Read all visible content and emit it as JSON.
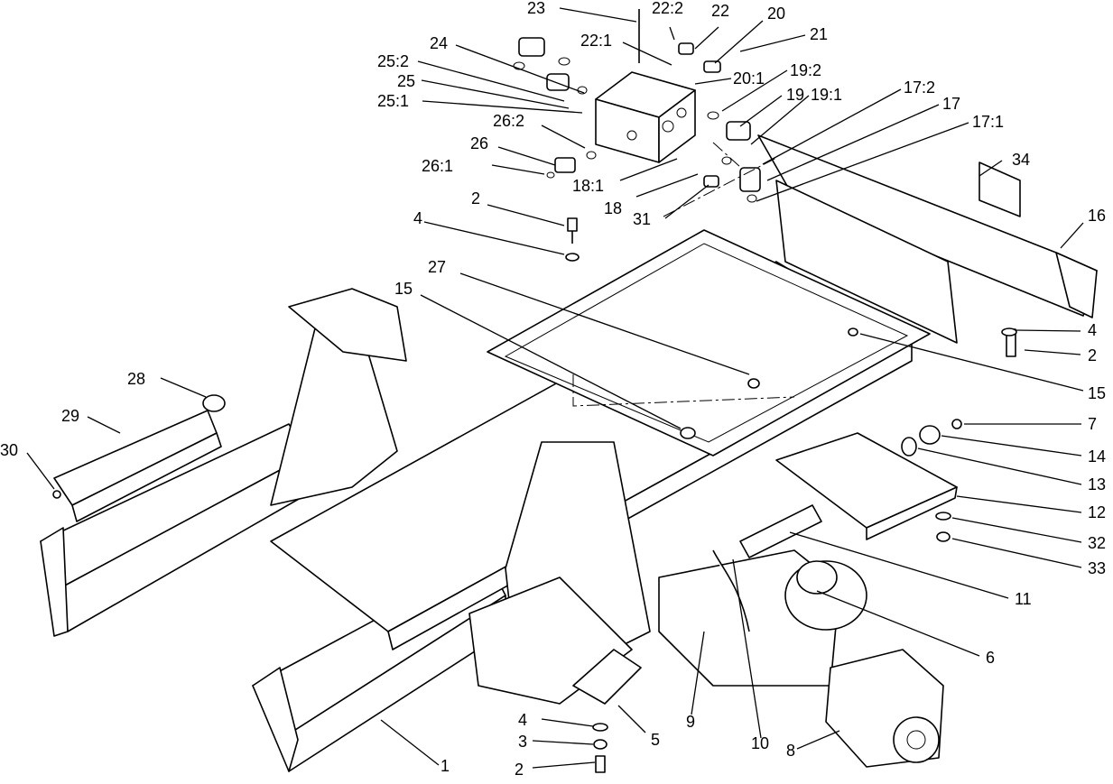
{
  "diagram": {
    "callouts": [
      "23",
      "22:2",
      "22",
      "20",
      "22:1",
      "21",
      "24",
      "20:1",
      "19:2",
      "25:2",
      "25",
      "19",
      "19:1",
      "17:2",
      "25:1",
      "17",
      "26:2",
      "17:1",
      "26",
      "26:1",
      "18:1",
      "18",
      "31",
      "34",
      "2",
      "16",
      "4",
      "27",
      "15",
      "4",
      "2",
      "15",
      "28",
      "7",
      "29",
      "14",
      "30",
      "13",
      "12",
      "32",
      "33",
      "11",
      "6",
      "4",
      "5",
      "9",
      "10",
      "3",
      "2",
      "1",
      "8"
    ]
  }
}
